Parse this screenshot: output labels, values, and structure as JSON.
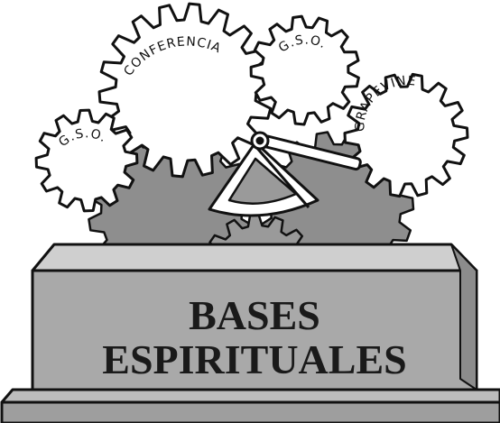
{
  "gears": {
    "left_label": "G.S.O.",
    "big_label": "CONFERENCIA",
    "right_label": "G.S.O.",
    "far_right_label": "GRAPEVINE"
  },
  "pedestal": {
    "line1": "BASES",
    "line2": "ESPIRITUALES"
  },
  "colors": {
    "stone_face": "#a9a9a9",
    "stone_top": "#cfcfcf",
    "stone_side": "#8c8c8c",
    "dark_gear": "#8e8e8e",
    "outline": "#111111",
    "white": "#ffffff"
  },
  "icons": {
    "sextant": "sextant-icon"
  }
}
